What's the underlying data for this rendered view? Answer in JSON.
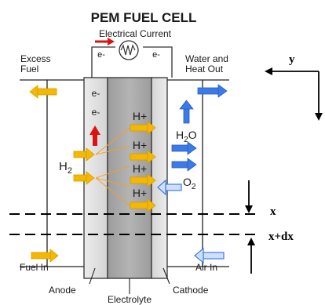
{
  "title": "PEM FUEL CELL",
  "circuit": {
    "label": "Electrical Current",
    "e_left": "e-",
    "e_right": "e-"
  },
  "inlet_outlet": {
    "excess_fuel_line1": "Excess",
    "excess_fuel_line2": "Fuel",
    "water_heat_line1": "Water and",
    "water_heat_line2": "Heat Out",
    "fuel_in": "Fuel In",
    "air_in": "Air In"
  },
  "anode_electrons": [
    "e-",
    "e-"
  ],
  "protons": [
    "H+",
    "H+",
    "H+",
    "H+"
  ],
  "species": {
    "h2": "H2",
    "h2o": "H2O",
    "o2": "O2"
  },
  "components": {
    "anode": "Anode",
    "electrolyte": "Electrolyte",
    "cathode": "Cathode"
  },
  "axes": {
    "y": "y",
    "x": "x",
    "x_dx": "x+dx"
  },
  "colors": {
    "fuel_arrow": "#f5b800",
    "oxygen_arrow": "#3b7be8",
    "electron_arrow": "#dd1111",
    "anode_fill": "#e2e2e2",
    "electrolyte_fill": "#a9a9a9",
    "cathode_fill": "#e2e2e2",
    "proton_line": "#f0a030"
  }
}
